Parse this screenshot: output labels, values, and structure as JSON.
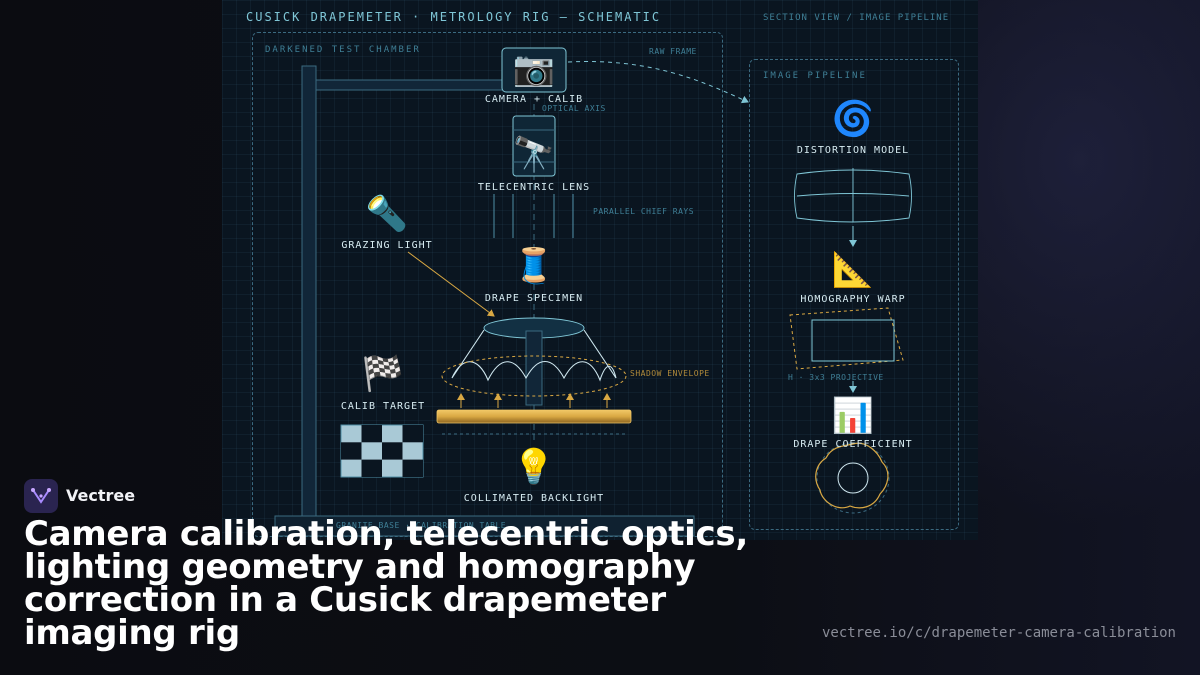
{
  "header": {
    "title": "CUSICK DRAPEMETER · METROLOGY RIG — SCHEMATIC",
    "subtitle": "SECTION VIEW / IMAGE PIPELINE"
  },
  "chamber": {
    "label": "DARKENED TEST CHAMBER",
    "bench_label": "GRANITE BASE · CALIBRATION TABLE"
  },
  "rig": {
    "camera": {
      "icon": "camera-icon",
      "glyph": "📷",
      "label": "CAMERA + CALIB"
    },
    "lens": {
      "icon": "telescope-icon",
      "glyph": "🔭",
      "label": "TELECENTRIC LENS"
    },
    "light": {
      "icon": "flashlight-icon",
      "glyph": "🔦",
      "label": "GRAZING LIGHT"
    },
    "specimen": {
      "icon": "thread-spool-icon",
      "glyph": "🧵",
      "label": "DRAPE SPECIMEN"
    },
    "target": {
      "icon": "checkered-flag-icon",
      "glyph": "🏁",
      "label": "CALIB TARGET"
    },
    "backlight": {
      "icon": "light-bulb-icon",
      "glyph": "💡",
      "label": "COLLIMATED BACKLIGHT"
    },
    "annotations": {
      "raw_frame": "RAW FRAME",
      "optical_axis": "OPTICAL AXIS",
      "parallel_rays": "PARALLEL CHIEF RAYS",
      "shadow_envelope": "SHADOW ENVELOPE"
    }
  },
  "pipeline": {
    "label": "IMAGE PIPELINE",
    "steps": [
      {
        "icon": "cyclone-icon",
        "glyph": "🌀",
        "label": "DISTORTION MODEL"
      },
      {
        "icon": "triangle-ruler-icon",
        "glyph": "📐",
        "label": "HOMOGRAPHY WARP"
      },
      {
        "icon": "bar-chart-icon",
        "glyph": "📊",
        "label": "DRAPE COEFFICIENT"
      }
    ],
    "homography_note": "H · 3x3 PROJECTIVE"
  },
  "colors": {
    "accent": "#7fc6d6",
    "stroke": "#3b6a80",
    "amber": "#d9a843",
    "panel": "#0a1520"
  },
  "brand": {
    "name": "Vectree"
  },
  "caption": {
    "headline": "Camera calibration, telecentric optics, lighting geometry and homography correction in a Cusick drapemeter imaging rig",
    "url": "vectree.io/c/drapemeter-camera-calibration"
  }
}
